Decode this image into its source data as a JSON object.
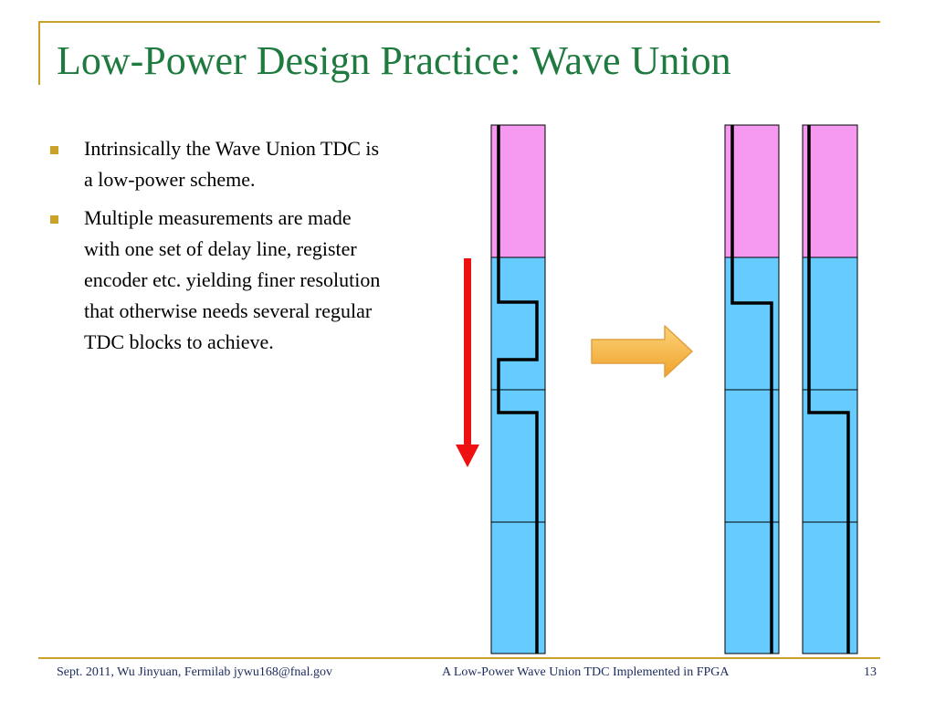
{
  "slide": {
    "title": "Low-Power Design Practice: Wave Union",
    "bullets": [
      "Intrinsically the Wave Union TDC is a low-power scheme.",
      "Multiple measurements are made with one set of delay line, register encoder etc. yielding finer resolution that otherwise needs several regular TDC blocks to achieve."
    ],
    "footer": {
      "left": "Sept. 2011, Wu Jinyuan, Fermilab jywu168@fnal.gov",
      "center": "A Low-Power Wave Union TDC Implemented in FPGA",
      "page_number": "13"
    }
  },
  "colors": {
    "title": "#1e7a3e",
    "accent_gold": "#c9a227",
    "delay_cell_pink": "#f59af0",
    "delay_cell_blue": "#66ccff",
    "down_arrow_red": "#ee1111",
    "right_arrow_orange": "#f5b53a",
    "footer_text": "#1a2a5c"
  },
  "icons": {
    "bullet": "square-bullet",
    "down_arrow": "red-down-arrow",
    "right_arrow": "orange-right-arrow"
  }
}
